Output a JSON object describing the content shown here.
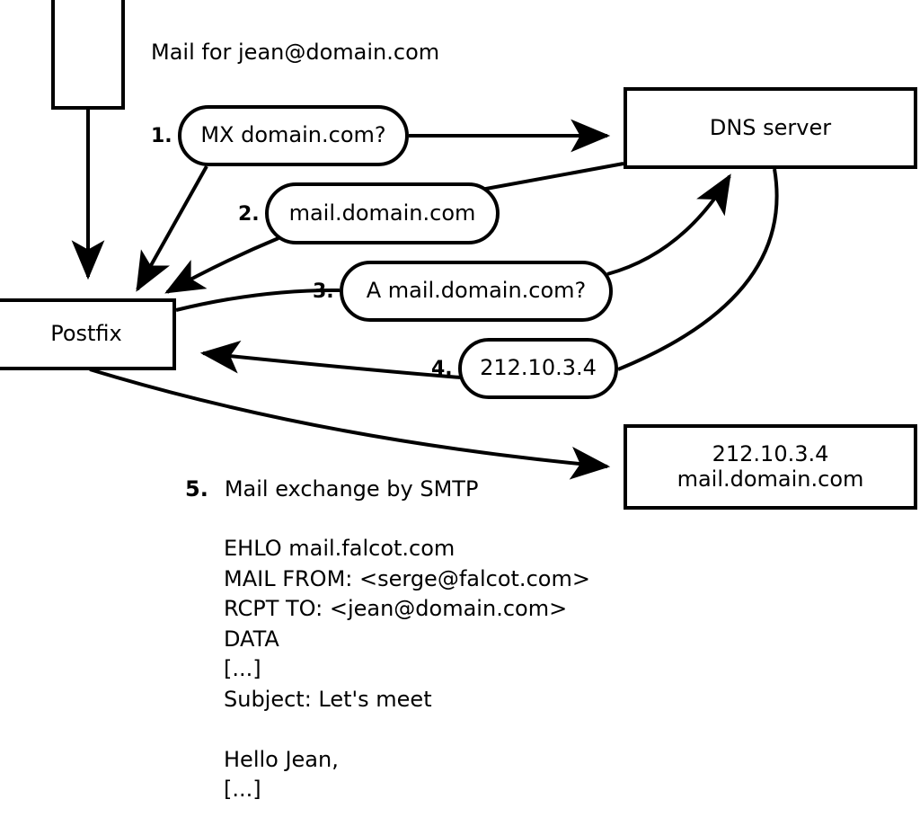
{
  "diagram": {
    "title_text": "Mail for jean@domain.com",
    "nodes": {
      "sender_box": {
        "label": ""
      },
      "postfix": {
        "label": "Postfix"
      },
      "dns_server": {
        "label": "DNS server"
      },
      "mail_server": {
        "line1": "212.10.3.4",
        "line2": "mail.domain.com"
      }
    },
    "steps": [
      {
        "number": "1.",
        "text": "MX domain.com?"
      },
      {
        "number": "2.",
        "text": "mail.domain.com"
      },
      {
        "number": "3.",
        "text": "A mail.domain.com?"
      },
      {
        "number": "4.",
        "text": "212.10.3.4"
      }
    ],
    "step5": {
      "number": "5.",
      "text": "Mail exchange by SMTP"
    },
    "smtp_transcript": [
      "EHLO mail.falcot.com",
      "MAIL FROM: <serge@falcot.com>",
      "RCPT TO: <jean@domain.com>",
      "DATA",
      "[...]",
      "Subject: Let's meet",
      "",
      "Hello Jean,",
      "[...]",
      "",
      "."
    ],
    "colors": {
      "stroke": "#000000",
      "fill": "#ffffff",
      "text": "#000000"
    }
  }
}
